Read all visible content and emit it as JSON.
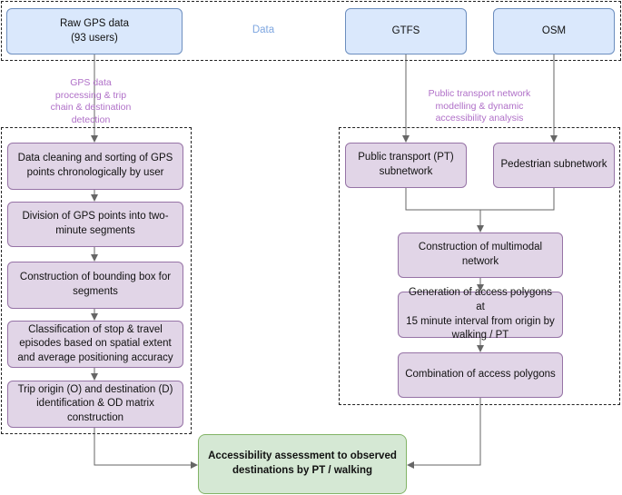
{
  "colors": {
    "data_box_fill": "#dae8fc",
    "process_box_fill": "#e1d5e7",
    "result_box_fill": "#d5e8d4",
    "data_label": "#7ea6e0",
    "section_label": "#b070c8",
    "connector": "#666666"
  },
  "sources": {
    "raw_gps": "Raw GPS data\n(93 users)",
    "data_label": "Data",
    "gtfs": "GTFS",
    "osm": "OSM"
  },
  "left": {
    "section_label": "GPS data\nprocessing & trip\nchain & destination\ndetection",
    "steps": [
      "Data cleaning and sorting of GPS\npoints chronologically by user",
      "Division of GPS points into two-\nminute segments",
      "Construction of bounding box for\nsegments",
      "Classification of stop & travel\nepisodes based on spatial extent\nand average positioning accuracy",
      "Trip origin (O) and destination (D)\nidentification & OD matrix\nconstruction"
    ]
  },
  "right": {
    "section_label": "Public transport network\nmodelling & dynamic\naccessibility analysis",
    "pt_subnetwork": "Public transport (PT)\nsubnetwork",
    "ped_subnetwork": "Pedestrian subnetwork",
    "multimodal": "Construction of multimodal\nnetwork",
    "access_polygons": "Generation of access polygons at\n15 minute interval from origin by\nwalking / PT",
    "combination": "Combination of access polygons"
  },
  "result": "Accessibility assessment to observed\ndestinations by PT / walking"
}
